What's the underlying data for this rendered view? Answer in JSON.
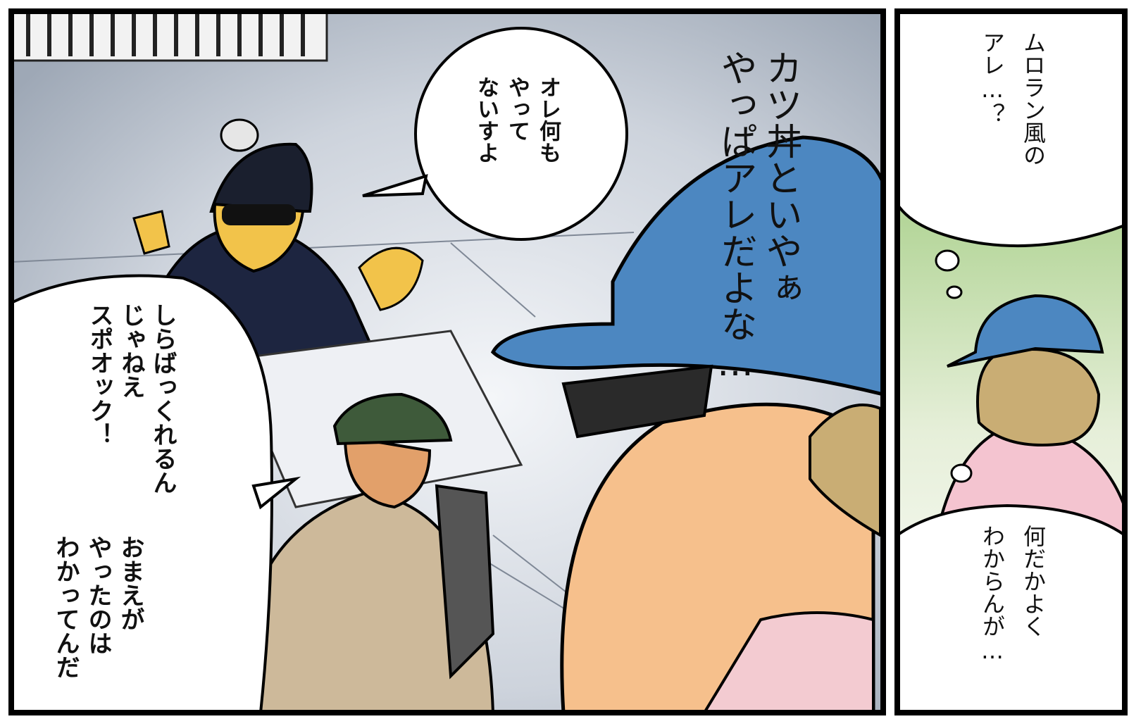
{
  "panels": [
    {
      "bubbles": [
        {
          "text": "オレ何も\nやって\nないすよ"
        },
        {
          "text": "カツ丼といやぁ\nやっぱアレだよな…"
        },
        {
          "text": "しらばっくれるん\nじゃねえ\nスポオック！"
        },
        {
          "text": "おまえが\nやったのは\nわかってんだ"
        }
      ]
    },
    {
      "bubbles": [
        {
          "text": "ムロラン風の\nアレ…？"
        },
        {
          "text": "何だかよく\nわからんが…"
        }
      ]
    }
  ]
}
